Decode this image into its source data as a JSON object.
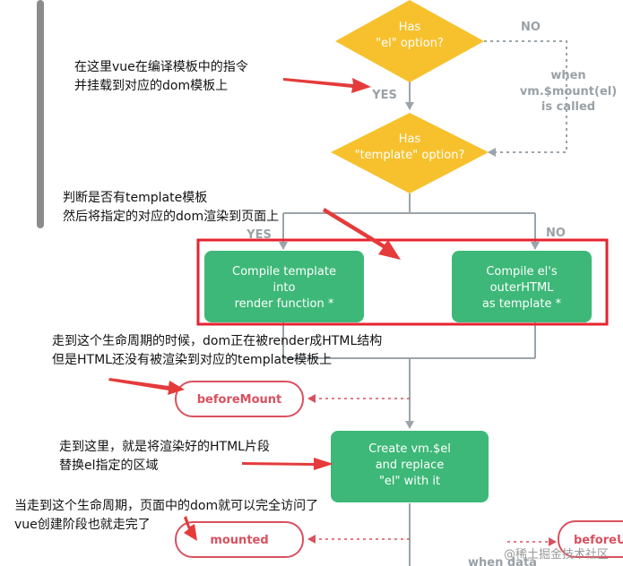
{
  "flow": {
    "decision_el": {
      "line1": "Has",
      "line2": "\"el\" option?"
    },
    "decision_template": {
      "line1": "Has",
      "line2": "\"template\" option?"
    },
    "label_no_top": "NO",
    "label_yes_top": "YES",
    "when_mount": {
      "line1": "when",
      "line2": "vm.$mount(el)",
      "line3": "is called"
    },
    "label_yes_branch": "YES",
    "label_no_branch": "NO",
    "compile_template": {
      "line1": "Compile template",
      "line2": "into",
      "line3": "render function *"
    },
    "compile_el": {
      "line1": "Compile el's",
      "line2": "outerHTML",
      "line3": "as template *"
    },
    "before_mount": "beforeMount",
    "create_el": {
      "line1": "Create vm.$el",
      "line2": "and replace",
      "line3": "\"el\" with it"
    },
    "mounted": "mounted",
    "before_update_partial": "beforeU",
    "when_data_partial": "when data"
  },
  "annotations": {
    "note1": {
      "line1": "在这里vue在编译模板中的指令",
      "line2": "并挂载到对应的dom模板上"
    },
    "note2": {
      "line1": "判断是否有template模板",
      "line2": "然后将指定的对应的dom渲染到页面上"
    },
    "note3": {
      "line1": "走到这个生命周期的时候，dom正在被render成HTML结构",
      "line2": "但是HTML还没有被渲染到对应的template模板上"
    },
    "note4": {
      "line1": "走到这里，就是将渲染好的HTML片段",
      "line2": "替换el指定的区域"
    },
    "note5": {
      "line1": "当走到这个生命周期，页面中的dom就可以完全访问了",
      "line2": "vue创建阶段也就走完了"
    }
  },
  "watermark": "@稀土掘金技术社区",
  "colors": {
    "decision": "#F7C12E",
    "process": "#3DB878",
    "hook_border": "#D9515F",
    "line": "#9BA4AA",
    "label": "#9AA1A6",
    "arrow": "#E53B3B",
    "highlight": "#E5232F",
    "scrollbar": "#8C8C8C"
  }
}
